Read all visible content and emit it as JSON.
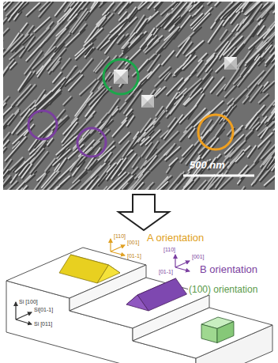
{
  "diagram": {
    "labels": [
      "500 nm",
      "A orientation",
      "B orientation",
      "(100) orientation",
      "[110]",
      "[001]",
      "[01-1]",
      "[110]",
      "[001]",
      "[01-1]",
      "Si [100]",
      "Si[01-1]",
      "Si [011]"
    ]
  }
}
